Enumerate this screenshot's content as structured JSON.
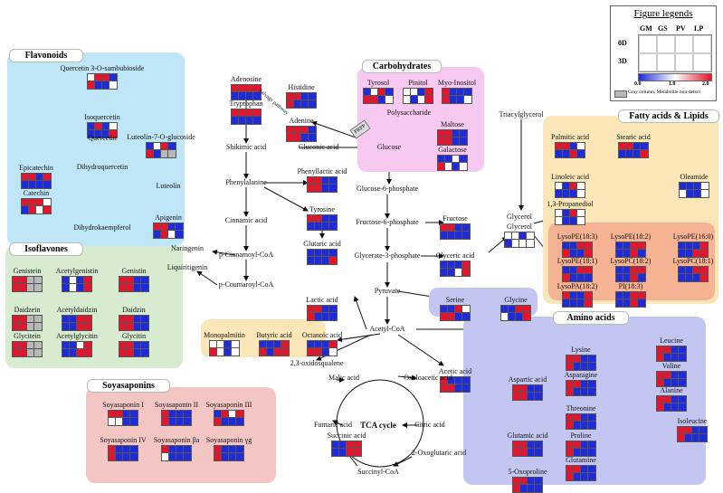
{
  "colors": {
    "blue": "#1f2bd9",
    "red": "#e3142b",
    "white": "#ffffff",
    "grey": "#b8b8b8",
    "flavonoids": "#bfe6f7",
    "isoflavones": "#d6ebcf",
    "soyasaponins": "#f4c6c3",
    "carbohydrates": "#f7c9f0",
    "fatty": "#fbe6b8",
    "lyso": "#f5b394",
    "amino": "#c4c6f2",
    "serine": "#c4c6f2",
    "fatty_extra": "#fbe6b8"
  },
  "regions": {
    "flavonoids": "Flavonoids",
    "isoflavones": "Isoflavones",
    "soyasaponins": "Soyasaponins",
    "carbohydrates": "Carbohydrates",
    "fatty": "Fatty acids & Lipids",
    "amino": "Amino acids"
  },
  "legend": {
    "title": "Figure legends",
    "cols": [
      "GM",
      "GS",
      "PV",
      "LP"
    ],
    "rows": [
      "0D",
      "3D"
    ],
    "scale": [
      "0.0",
      "1.0",
      "2.0"
    ],
    "note": "Gray column, Metabolite non-detect"
  },
  "pathway": {
    "shikimic": "Shikimic acid",
    "phenylalanine": "Phenylalanine",
    "cinnamic": "Cinnamic acid",
    "pcinnamoyl": "p-Cinnamoyl-CoA",
    "pcoumaroyl": "p-Coumaroyl-CoA",
    "naringenin": "Naringenin",
    "liquiritigenin": "Liquiritigenin",
    "dihydrokaempferol": "Dihydrokaempferol",
    "dihydroquercetin": "Dihydroquercetin",
    "gluconic": "Gluconic acid",
    "glucose": "Glucose",
    "polysaccharide": "Polysaccharide",
    "g6p": "Glucose-6-phosphate",
    "f6p": "Fructose-6-phosphate",
    "g3p": "Glycerate-3-phosphate",
    "pyruvate": "Pyruvate",
    "acetylcoa": "Acetyl-CoA",
    "oxidosqualene": "2,3-oxidosqualene",
    "triacylglycerol": "Triacylglycerol",
    "glycerol": "Glycerol",
    "malic": "Malic acid",
    "oxaloacetic": "Oxaloacetic acid",
    "citric": "Citric acid",
    "fumaric": "Fumaric acid",
    "tca": "TCA cycle",
    "oxoglutaric": "2-Oxoglutaric acid",
    "succinylcoa": "Succinyl-CoA",
    "salvage": "Salvage pathway",
    "pkpp": "PRPP",
    "quercetin": "Quercetin",
    "luteolin": "Luteolin"
  },
  "metabolites": [
    {
      "label": "Quercetin 3-O-sambubioside",
      "hm": [
        "wrrb",
        "rbbw"
      ]
    },
    {
      "label": "Isoquercetin",
      "hm": [
        "brbw",
        "bbbr"
      ]
    },
    {
      "label": "Luteolin-7-O-glucoside",
      "hm": [
        "bwrb",
        "rbgg"
      ]
    },
    {
      "label": "Epicatechin",
      "hm": [
        "rrbr",
        "bbbb"
      ]
    },
    {
      "label": "Catechin",
      "hm": [
        "rrrw",
        "brwr"
      ]
    },
    {
      "label": "Apigenin",
      "hm": [
        "rrbb",
        "brwb"
      ]
    },
    {
      "label": "Genistein",
      "hm": [
        "rrgg",
        "rrgg"
      ]
    },
    {
      "label": "Acetylgenistin",
      "hm": [
        "bwbr",
        "bwbr"
      ]
    },
    {
      "label": "Genistin",
      "hm": [
        "rrbb",
        "rrbb"
      ]
    },
    {
      "label": "Daidzein",
      "hm": [
        "rrgg",
        "rrgg"
      ]
    },
    {
      "label": "Acetyldaidzin",
      "hm": [
        "bbrr",
        "bbrr"
      ]
    },
    {
      "label": "Daidzin",
      "hm": [
        "rrbb",
        "rrbb"
      ]
    },
    {
      "label": "Glycitein",
      "hm": [
        "rrgg",
        "rrgg"
      ]
    },
    {
      "label": "Acetylglycitin",
      "hm": [
        "bbwr",
        "bbrr"
      ]
    },
    {
      "label": "Glycitin",
      "hm": [
        "rrbb",
        "rrbb"
      ]
    },
    {
      "label": "Adenosine",
      "hm": [
        "rrrr",
        "bbbb"
      ]
    },
    {
      "label": "Tryptophan",
      "hm": [
        "rrrr",
        "bbbb"
      ]
    },
    {
      "label": "Histidine",
      "hm": [
        "rrbb",
        "rbbb"
      ]
    },
    {
      "label": "Adenine",
      "hm": [
        "rrrb",
        "rrbb"
      ]
    },
    {
      "label": "Tyrosol",
      "hm": [
        "bwrb",
        "rrbw"
      ]
    },
    {
      "label": "Pinitol",
      "hm": [
        "wwbr",
        "wbwr"
      ]
    },
    {
      "label": "Myo-Inositol",
      "hm": [
        "rbbb",
        "rbbw"
      ]
    },
    {
      "label": "Maltose",
      "hm": [
        "rrbb",
        "rrbb"
      ]
    },
    {
      "label": "Galactose",
      "hm": [
        "bbwb",
        "rwbw"
      ]
    },
    {
      "label": "Phenyllactic acid",
      "hm": [
        "rrbb",
        "rrbb"
      ]
    },
    {
      "label": "Tyrosine",
      "hm": [
        "rrbb",
        "bbbb"
      ]
    },
    {
      "label": "Glutaric acid",
      "hm": [
        "bbbb",
        "bbbr"
      ]
    },
    {
      "label": "Fructose",
      "hm": [
        "rrbb",
        "bbbb"
      ]
    },
    {
      "label": "Glyceric acid",
      "hm": [
        "bbbr",
        "bbwr"
      ]
    },
    {
      "label": "Serine",
      "hm": [
        "bbrw",
        "rrbb"
      ]
    },
    {
      "label": "Glycine",
      "hm": [
        "bbrr",
        "wbbr"
      ]
    },
    {
      "label": "Lactic acid",
      "hm": [
        "rrbb",
        "rbbb"
      ]
    },
    {
      "label": "Monopalmitin",
      "hm": [
        "wwbw",
        "rwbw"
      ]
    },
    {
      "label": "Butyric acid",
      "hm": [
        "bbbr",
        "rbrr"
      ]
    },
    {
      "label": "Octanoic acid",
      "hm": [
        "bbbr",
        "rrbw"
      ]
    },
    {
      "label": "Acetic acid",
      "hm": [
        "rbbb",
        "rrbb"
      ]
    },
    {
      "label": "Palmitic acid",
      "hm": [
        "rrbw",
        "bbrb"
      ]
    },
    {
      "label": "Stearic acid",
      "hm": [
        "rrbb",
        "bbbr"
      ]
    },
    {
      "label": "Linoleic acid",
      "hm": [
        "wbrw",
        "bbbw"
      ]
    },
    {
      "label": "Oleamide",
      "hm": [
        "bbbw",
        "wbbw"
      ]
    },
    {
      "label": "1,3-Propanediol",
      "hm": [
        "wbrw",
        "wbbw"
      ]
    },
    {
      "label": "Glycerol",
      "hm": [
        "wwbw",
        "bwww"
      ]
    },
    {
      "label": "LysoPE(18:3)",
      "hm": [
        "bbrr",
        "rbbr"
      ]
    },
    {
      "label": "LysoPE(18:2)",
      "hm": [
        "bbrr",
        "bbrb"
      ]
    },
    {
      "label": "LysoPE(16:0)",
      "hm": [
        "bbbr",
        "bbrr"
      ]
    },
    {
      "label": "LysoPE(18:1)",
      "hm": [
        "bbrr",
        "rbbb"
      ]
    },
    {
      "label": "LysoPC(18:2)",
      "hm": [
        "bbrr",
        "bbrb"
      ]
    },
    {
      "label": "LysoPC(18:1)",
      "hm": [
        "bbrr",
        "bbbr"
      ]
    },
    {
      "label": "LysoPA(18:2)",
      "hm": [
        "rbbr",
        "bbbr"
      ]
    },
    {
      "label": "PI(18:3)",
      "hm": [
        "bbrr",
        "bbrb"
      ]
    },
    {
      "label": "Lysine",
      "hm": [
        "rrbb",
        "rbbb"
      ]
    },
    {
      "label": "Asparagine",
      "hm": [
        "rrbb",
        "rbbb"
      ]
    },
    {
      "label": "Threonine",
      "hm": [
        "rrbb",
        "rbbb"
      ]
    },
    {
      "label": "Leucine",
      "hm": [
        "rrbb",
        "rbbb"
      ]
    },
    {
      "label": "Valine",
      "hm": [
        "rrbb",
        "rbbb"
      ]
    },
    {
      "label": "Alanine",
      "hm": [
        "rrbb",
        "rbbb"
      ]
    },
    {
      "label": "Isoleucine",
      "hm": [
        "rrbb",
        "rbbb"
      ]
    },
    {
      "label": "Aspartic acid",
      "hm": [
        "rrbb",
        "rrbb"
      ]
    },
    {
      "label": "Glutamic acid",
      "hm": [
        "rrbb",
        "rrbb"
      ]
    },
    {
      "label": "Proline",
      "hm": [
        "rrbb",
        "rbbb"
      ]
    },
    {
      "label": "Glutamine",
      "hm": [
        "rrbb",
        "rbbb"
      ]
    },
    {
      "label": "5-Oxoproline",
      "hm": [
        "rrbb",
        "rbbb"
      ]
    },
    {
      "label": "Succinic acid",
      "hm": [
        "bbrr",
        "bbrr"
      ]
    },
    {
      "label": "Soyasaponin I",
      "hm": [
        "rrbb",
        "wwbb"
      ]
    },
    {
      "label": "Soyasaponin II",
      "hm": [
        "rbbb",
        "rbbb"
      ]
    },
    {
      "label": "Soyasaponin III",
      "hm": [
        "brwr",
        "rbbb"
      ]
    },
    {
      "label": "Soyasaponin IV",
      "hm": [
        "rbbb",
        "rbbb"
      ]
    },
    {
      "label": "Soyasaponin βa",
      "hm": [
        "rbbb",
        "wbbb"
      ]
    },
    {
      "label": "Soyasaponin γg",
      "hm": [
        "rbbb",
        "rbbb"
      ]
    }
  ]
}
